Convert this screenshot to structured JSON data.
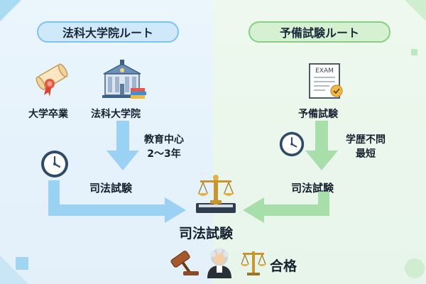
{
  "routes": {
    "law_school": {
      "title": "法科大学院ルート",
      "steps": [
        "大学卒業",
        "法科大学院"
      ],
      "note_line1": "教育中心",
      "note_line2": "2〜3年",
      "exam_label": "司法試験"
    },
    "preliminary": {
      "title": "予備試験ルート",
      "step": "予備試験",
      "certificate_text": "EXAM",
      "note_line1": "学歴不問",
      "note_line2": "最短",
      "exam_label": "司法試験"
    }
  },
  "goal": {
    "label": "司法試験",
    "result": "合格"
  },
  "colors": {
    "law_accent": "#7cc3ee",
    "prelim_accent": "#86cf83"
  }
}
